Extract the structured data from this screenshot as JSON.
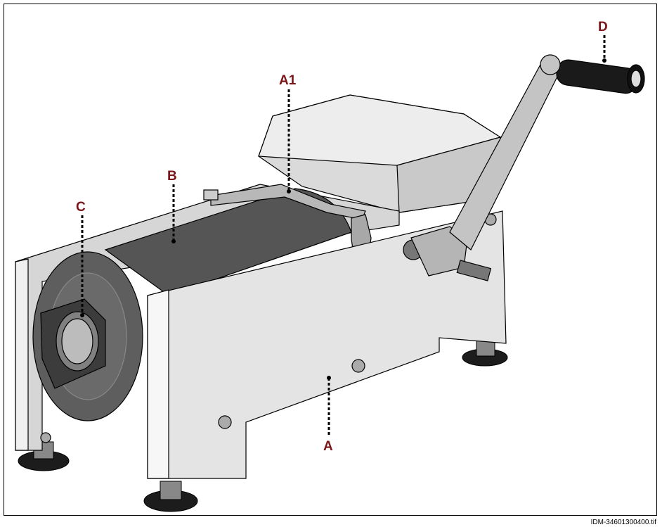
{
  "labels": {
    "a": "A",
    "a1": "A1",
    "b": "B",
    "c": "C",
    "d": "D"
  },
  "figure_id": "IDM-34601300400.tif",
  "colors": {
    "label": "#7a1418",
    "leader": "#000000",
    "body_light": "#e3e3e3",
    "body_mid": "#c8c8c8",
    "cylinder_dark": "#4a4a4a",
    "handle": "#1a1a1a"
  }
}
